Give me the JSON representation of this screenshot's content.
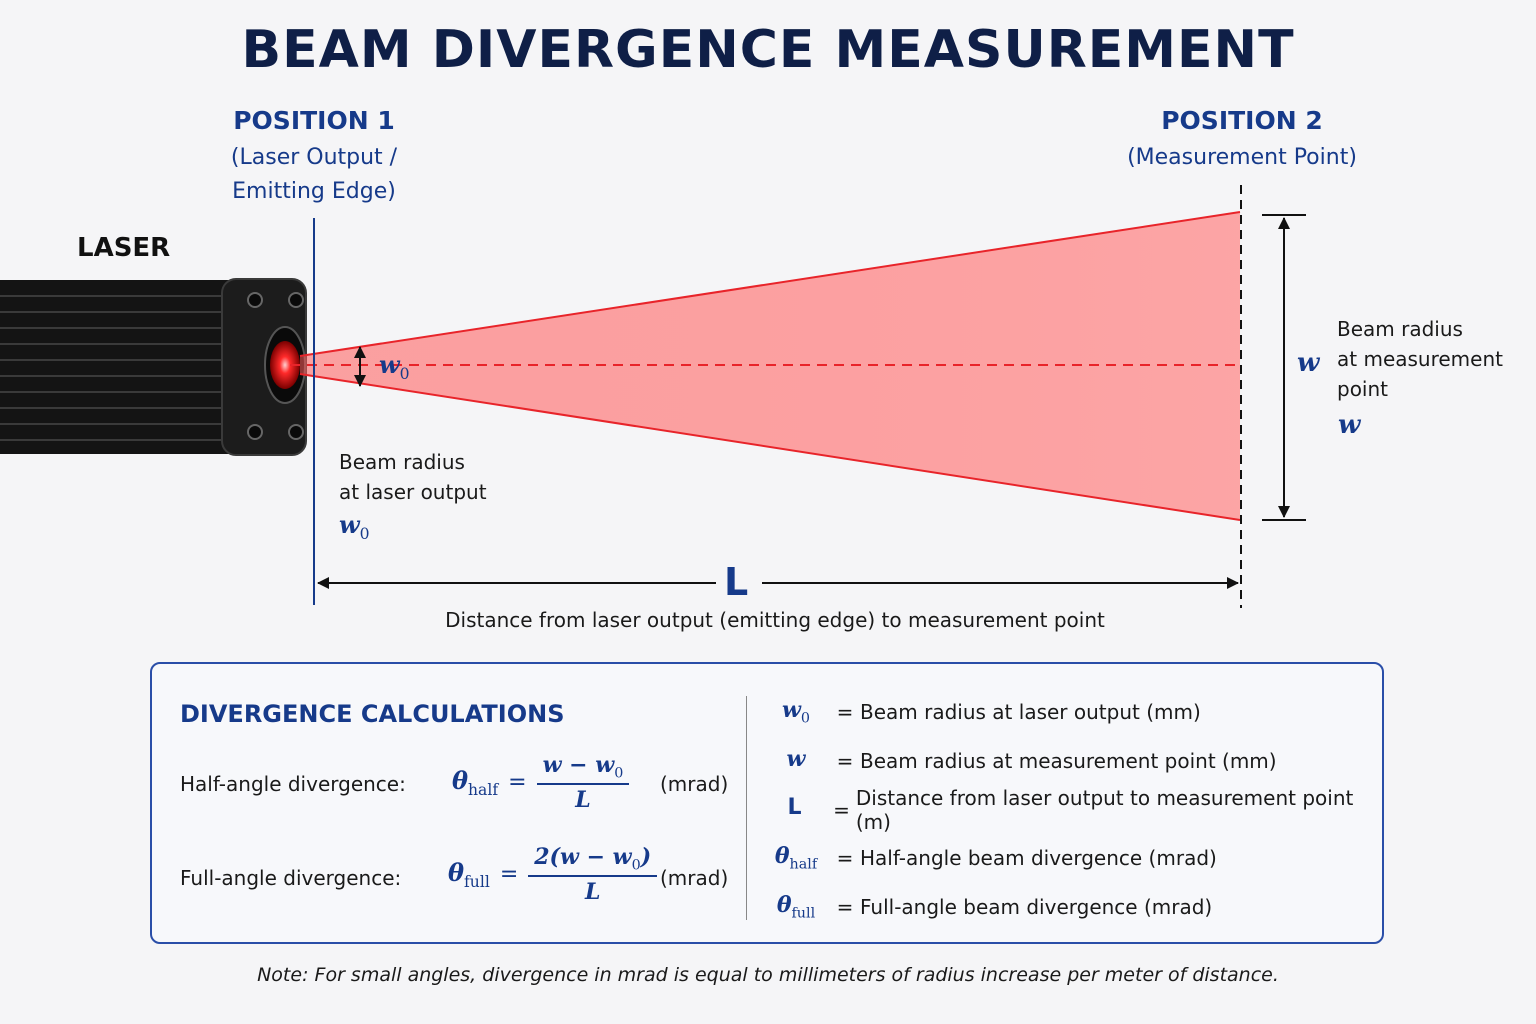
{
  "title": "BEAM DIVERGENCE MEASUREMENT",
  "position1": {
    "heading": "POSITION 1",
    "sub_line1": "(Laser Output /",
    "sub_line2": "Emitting Edge)"
  },
  "position2": {
    "heading": "POSITION 2",
    "sub_line1": "(Measurement Point)"
  },
  "laser_label": "LASER",
  "w0_symbol": "w",
  "w0_subscript": "0",
  "w_symbol": "w",
  "L_symbol": "L",
  "beam_radius_output": {
    "line1": "Beam radius",
    "line2": "at laser output"
  },
  "beam_radius_measure": {
    "line1": "Beam radius",
    "line2": "at measurement",
    "line3": "point"
  },
  "distance_caption": "Distance from laser output (emitting edge) to measurement point",
  "calculations": {
    "title": "DIVERGENCE CALCULATIONS",
    "half": {
      "label": "Half-angle divergence:",
      "theta": "θ",
      "theta_sub": "half",
      "eq": "=",
      "numerator": "w − w",
      "numerator_sub": "0",
      "denominator": "L",
      "unit": "(mrad)"
    },
    "full": {
      "label": "Full-angle divergence:",
      "theta": "θ",
      "theta_sub": "full",
      "eq": "=",
      "numerator": "2(w − w",
      "numerator_sub": "0",
      "numerator_close": ")",
      "denominator": "L",
      "unit": "(mrad)"
    }
  },
  "definitions": [
    {
      "sym": "w",
      "sub": "0",
      "eq": "=",
      "text": "Beam radius at laser output (mm)"
    },
    {
      "sym": "w",
      "sub": "",
      "eq": "=",
      "text": "Beam radius at measurement point (mm)"
    },
    {
      "sym": "L",
      "sub": "",
      "eq": "=",
      "text": "Distance from laser output to measurement point (m)"
    },
    {
      "sym": "θ",
      "sub": "half",
      "eq": "=",
      "text": "Half-angle beam divergence (mrad)"
    },
    {
      "sym": "θ",
      "sub": "full",
      "eq": "=",
      "text": "Full-angle beam divergence (mrad)"
    }
  ],
  "note": "Note: For small angles, divergence in mrad is equal to millimeters of radius increase per meter of distance.",
  "colors": {
    "beam": "#e8242a",
    "navy": "#163a8a",
    "title": "#0f1f47"
  }
}
